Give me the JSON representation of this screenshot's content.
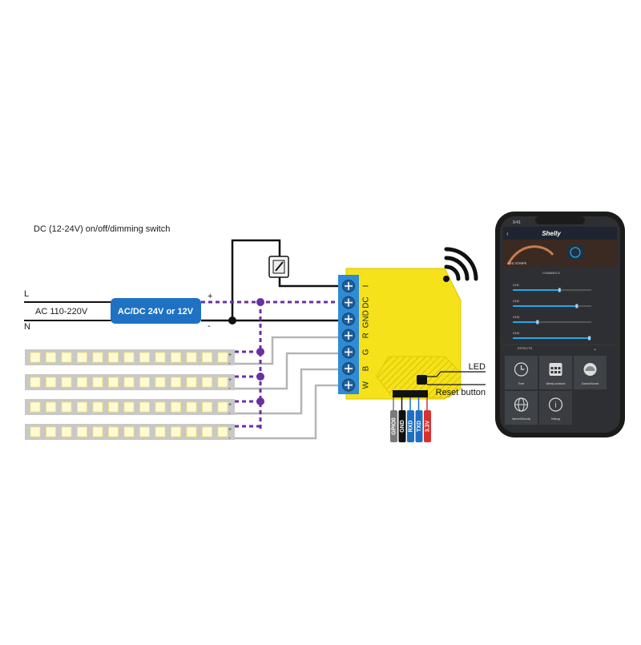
{
  "diagram": {
    "switch_caption": "DC (12-24V) on/off/dimming switch",
    "line_label": "L",
    "neutral_label": "N",
    "ac_label": "AC 110-220V",
    "psu_label": "AC/DC 24V or 12V",
    "psu_plus": "+",
    "psu_minus": "-",
    "terminals": [
      "I",
      "DC",
      "GND",
      "R",
      "G",
      "B",
      "W"
    ],
    "strip_plus": "+",
    "strip_minus": "-",
    "led_label": "LED",
    "reset_label": "Reset button",
    "pins": [
      {
        "label": "GPIO0",
        "color": "#7a7a7a"
      },
      {
        "label": "GND",
        "color": "#111111"
      },
      {
        "label": "RXD",
        "color": "#1f6fc0"
      },
      {
        "label": "TXD",
        "color": "#1f6fc0"
      },
      {
        "label": "3.3V",
        "color": "#d93030"
      }
    ]
  },
  "colors": {
    "device": "#f5e21b",
    "terminal_block": "#2e8bd4",
    "psu": "#1f72c3",
    "dashed": "#6b2fa0",
    "wire": "#111111",
    "strip_wire": "#b5b5b5"
  },
  "phone": {
    "status_time": "9:41",
    "brand": "Shelly",
    "device_name": "LED STRIPE",
    "channels_header": "CHANNELS",
    "channels": [
      {
        "label": "CH1",
        "level": 0.6
      },
      {
        "label": "CH2",
        "level": 0.82
      },
      {
        "label": "CH3",
        "level": 0.32
      },
      {
        "label": "CH4",
        "level": 0.98
      }
    ],
    "effects_label": "EFFECTS",
    "tiles": [
      {
        "label": "Timer",
        "icon": "clock-icon"
      },
      {
        "label": "Weekly schedule",
        "icon": "calendar-icon"
      },
      {
        "label": "Sunrise/Sunset",
        "icon": "sunrise-icon"
      },
      {
        "label": "Internet/Security",
        "icon": "globe-icon"
      },
      {
        "label": "Settings",
        "icon": "info-icon"
      }
    ]
  }
}
